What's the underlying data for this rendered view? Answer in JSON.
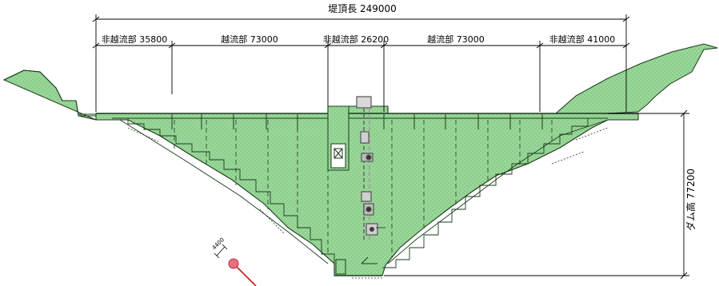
{
  "dimensions": {
    "crest_length": "堤頂長 249000",
    "segments": [
      "非越流部 35800",
      "越流部 73000",
      "非越流部 26200",
      "越流部 73000",
      "非越流部 41000"
    ],
    "dam_height": "ダム高 77200",
    "small_label": "4400"
  },
  "colors": {
    "dam_fill": "#8fd18f",
    "dam_stroke": "#1a3a1a",
    "marker_fill": "#e8707a",
    "marker_line": "#d01818"
  }
}
